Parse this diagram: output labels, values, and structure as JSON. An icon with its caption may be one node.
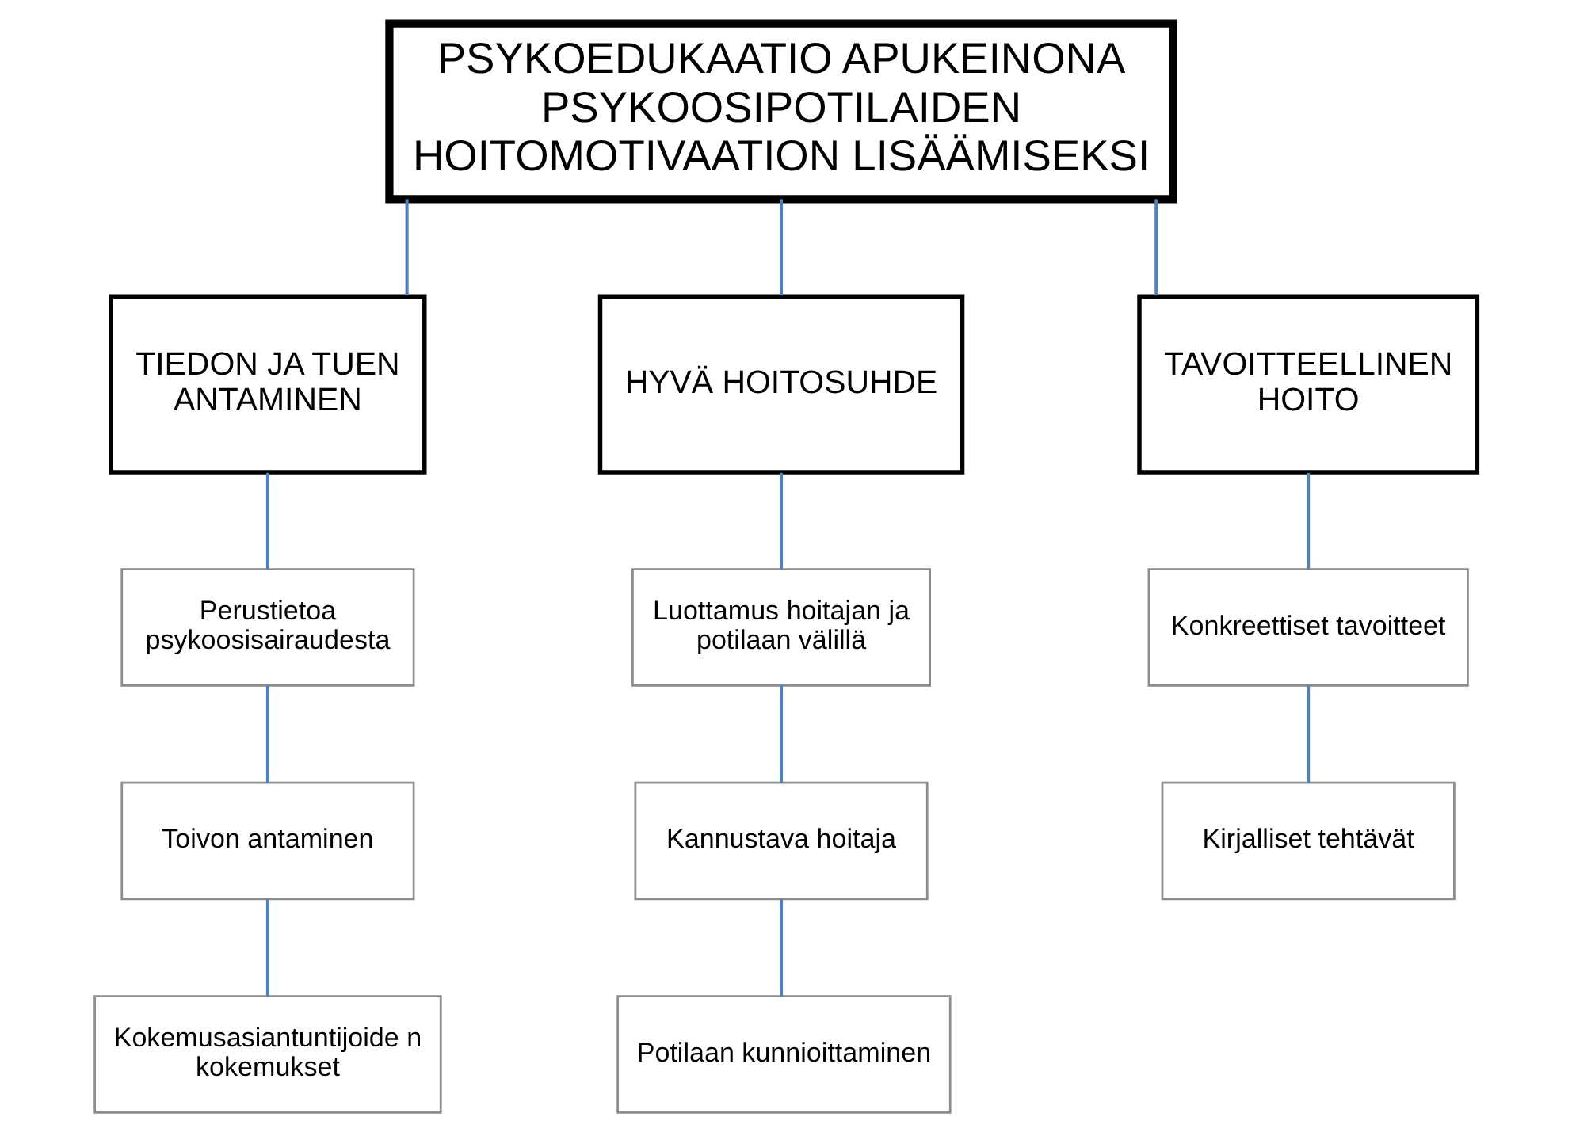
{
  "diagram": {
    "nodes": [
      {
        "text": [
          "PSYKOEDUKAATIO APUKEINONA PSYKOOSIPOTILAIDEN HOITOMOTIVAATION LISÄÄMISEKSI"
        ]
      },
      {
        "text": [
          "TIEDON JA TUEN ANTAMINEN"
        ]
      },
      {
        "text": [
          "HYVÄ HOITOSUHDE"
        ]
      },
      {
        "text": [
          "TAVOITTEELLINEN HOITO"
        ]
      },
      {
        "text": [
          "Perustietoa psykoosisairaudesta"
        ]
      },
      {
        "text": [
          "Toivon antaminen"
        ]
      },
      {
        "text": [
          "Kokemusasiantuntijoide n kokemukset"
        ]
      },
      {
        "text": [
          "Luottamus hoitajan ja potilaan välillä"
        ]
      },
      {
        "text": [
          "Kannustava hoitaja"
        ]
      },
      {
        "text": [
          "Potilaan kunnioittaminen"
        ]
      },
      {
        "text": [
          "Konkreettiset tavoitteet"
        ]
      },
      {
        "text": [
          "Kirjalliset tehtävät"
        ]
      }
    ],
    "edges": [
      {
        "from": 0,
        "to": 1,
        "arrow": "none"
      },
      {
        "from": 0,
        "to": 2,
        "arrow": "none"
      },
      {
        "from": 0,
        "to": 3,
        "arrow": "none"
      },
      {
        "from": 1,
        "to": 4,
        "arrow": "none"
      },
      {
        "from": 4,
        "to": 5,
        "arrow": "none"
      },
      {
        "from": 5,
        "to": 6,
        "arrow": "none"
      },
      {
        "from": 2,
        "to": 7,
        "arrow": "none"
      },
      {
        "from": 7,
        "to": 8,
        "arrow": "none"
      },
      {
        "from": 8,
        "to": 9,
        "arrow": "none"
      },
      {
        "from": 3,
        "to": 10,
        "arrow": "none"
      },
      {
        "from": 10,
        "to": 11,
        "arrow": "none"
      }
    ]
  }
}
